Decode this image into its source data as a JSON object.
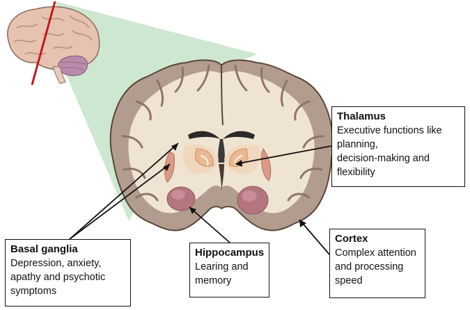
{
  "labels": {
    "thalamus": {
      "title": "Thalamus",
      "description": "Executive functions like\nplanning,\ndecision-making and\nflexibility"
    },
    "basal_ganglia": {
      "title": "Basal ganglia",
      "description": "Depression, anxiety,\napathy and psychotic\nsymptoms"
    },
    "hippocampus": {
      "title": "Hippocampus",
      "description": "Learing and\nmemory"
    },
    "cortex": {
      "title": "Cortex",
      "description": "Complex attention\nand processing\nspeed"
    }
  },
  "colors": {
    "projection_wedge": "#c9e4cc",
    "cortex_grey_matter": "#b29c8e",
    "white_matter": "#efe4d2",
    "brain_outline": "#5a4638",
    "whole_brain": "#e6c2b0",
    "cerebellum": "#b98aaa",
    "cut_line": "#c4161c",
    "hippocampus": "#b4757f",
    "basal_ganglia": "#d99b86",
    "thalamus": "#eec6a2",
    "connector": "#111111"
  }
}
